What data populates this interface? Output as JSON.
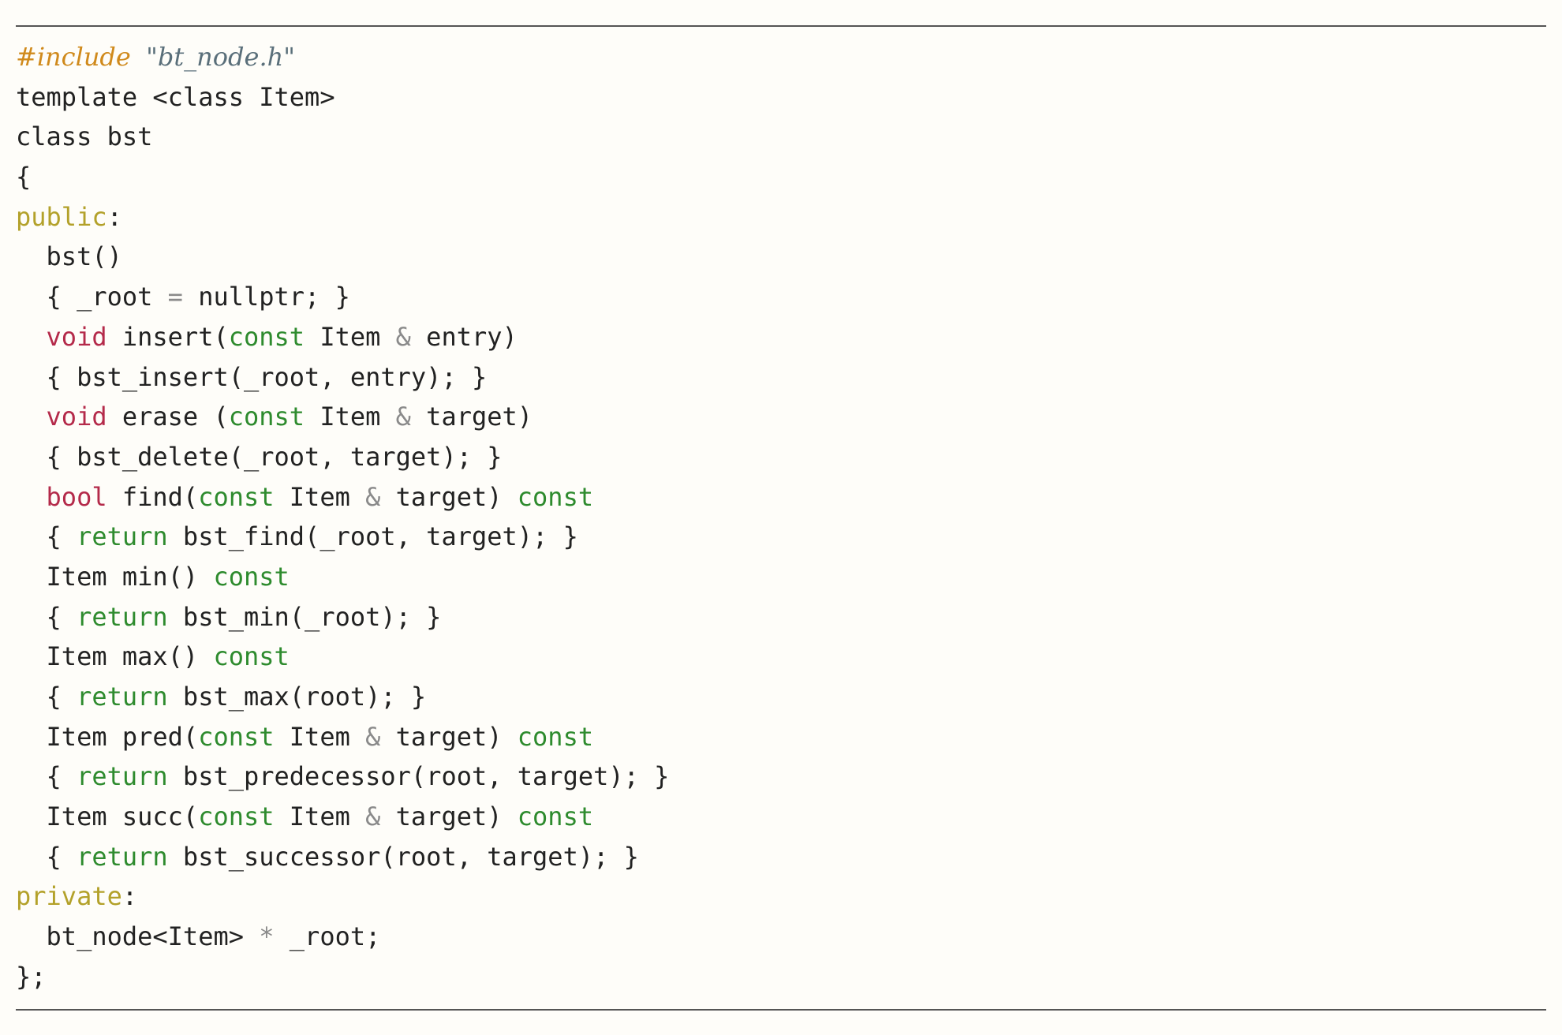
{
  "colors": {
    "background": "#fefdf9",
    "rule": "#555555",
    "plain": "#222222",
    "preprocessor": "#d08a1c",
    "string": "#5a6f7a",
    "access_specifier": "#b3a12a",
    "type_keyword": "#b42a4a",
    "keyword": "#2e8b2e",
    "operator": "#8a8a8a"
  },
  "lines": [
    [
      {
        "t": "preproc",
        "s": "#include"
      },
      {
        "t": "plain",
        "s": " "
      },
      {
        "t": "string",
        "s": "\"bt_node.h\""
      }
    ],
    [
      {
        "t": "plain",
        "s": "template <class Item>"
      }
    ],
    [
      {
        "t": "plain",
        "s": "class bst"
      }
    ],
    [
      {
        "t": "plain",
        "s": "{"
      }
    ],
    [
      {
        "t": "access",
        "s": "public"
      },
      {
        "t": "plain",
        "s": ":"
      }
    ],
    [
      {
        "t": "plain",
        "s": "  bst()"
      }
    ],
    [
      {
        "t": "plain",
        "s": "  { _root "
      },
      {
        "t": "op",
        "s": "="
      },
      {
        "t": "plain",
        "s": " nullptr; }"
      }
    ],
    [
      {
        "t": "plain",
        "s": "  "
      },
      {
        "t": "type",
        "s": "void"
      },
      {
        "t": "plain",
        "s": " insert("
      },
      {
        "t": "keyword",
        "s": "const"
      },
      {
        "t": "plain",
        "s": " Item "
      },
      {
        "t": "op",
        "s": "&"
      },
      {
        "t": "plain",
        "s": " entry)"
      }
    ],
    [
      {
        "t": "plain",
        "s": "  { bst_insert(_root, entry); }"
      }
    ],
    [
      {
        "t": "plain",
        "s": "  "
      },
      {
        "t": "type",
        "s": "void"
      },
      {
        "t": "plain",
        "s": " erase ("
      },
      {
        "t": "keyword",
        "s": "const"
      },
      {
        "t": "plain",
        "s": " Item "
      },
      {
        "t": "op",
        "s": "&"
      },
      {
        "t": "plain",
        "s": " target)"
      }
    ],
    [
      {
        "t": "plain",
        "s": "  { bst_delete(_root, target); }"
      }
    ],
    [
      {
        "t": "plain",
        "s": "  "
      },
      {
        "t": "type",
        "s": "bool"
      },
      {
        "t": "plain",
        "s": " find("
      },
      {
        "t": "keyword",
        "s": "const"
      },
      {
        "t": "plain",
        "s": " Item "
      },
      {
        "t": "op",
        "s": "&"
      },
      {
        "t": "plain",
        "s": " target) "
      },
      {
        "t": "keyword",
        "s": "const"
      }
    ],
    [
      {
        "t": "plain",
        "s": "  { "
      },
      {
        "t": "keyword",
        "s": "return"
      },
      {
        "t": "plain",
        "s": " bst_find(_root, target); }"
      }
    ],
    [
      {
        "t": "plain",
        "s": "  Item min() "
      },
      {
        "t": "keyword",
        "s": "const"
      }
    ],
    [
      {
        "t": "plain",
        "s": "  { "
      },
      {
        "t": "keyword",
        "s": "return"
      },
      {
        "t": "plain",
        "s": " bst_min(_root); }"
      }
    ],
    [
      {
        "t": "plain",
        "s": "  Item max() "
      },
      {
        "t": "keyword",
        "s": "const"
      }
    ],
    [
      {
        "t": "plain",
        "s": "  { "
      },
      {
        "t": "keyword",
        "s": "return"
      },
      {
        "t": "plain",
        "s": " bst_max(root); }"
      }
    ],
    [
      {
        "t": "plain",
        "s": "  Item pred("
      },
      {
        "t": "keyword",
        "s": "const"
      },
      {
        "t": "plain",
        "s": " Item "
      },
      {
        "t": "op",
        "s": "&"
      },
      {
        "t": "plain",
        "s": " target) "
      },
      {
        "t": "keyword",
        "s": "const"
      }
    ],
    [
      {
        "t": "plain",
        "s": "  { "
      },
      {
        "t": "keyword",
        "s": "return"
      },
      {
        "t": "plain",
        "s": " bst_predecessor(root, target); }"
      }
    ],
    [
      {
        "t": "plain",
        "s": "  Item succ("
      },
      {
        "t": "keyword",
        "s": "const"
      },
      {
        "t": "plain",
        "s": " Item "
      },
      {
        "t": "op",
        "s": "&"
      },
      {
        "t": "plain",
        "s": " target) "
      },
      {
        "t": "keyword",
        "s": "const"
      }
    ],
    [
      {
        "t": "plain",
        "s": "  { "
      },
      {
        "t": "keyword",
        "s": "return"
      },
      {
        "t": "plain",
        "s": " bst_successor(root, target); }"
      }
    ],
    [
      {
        "t": "access",
        "s": "private"
      },
      {
        "t": "plain",
        "s": ":"
      }
    ],
    [
      {
        "t": "plain",
        "s": "  bt_node<Item> "
      },
      {
        "t": "op",
        "s": "*"
      },
      {
        "t": "plain",
        "s": " _root;"
      }
    ],
    [
      {
        "t": "plain",
        "s": "};"
      }
    ]
  ]
}
